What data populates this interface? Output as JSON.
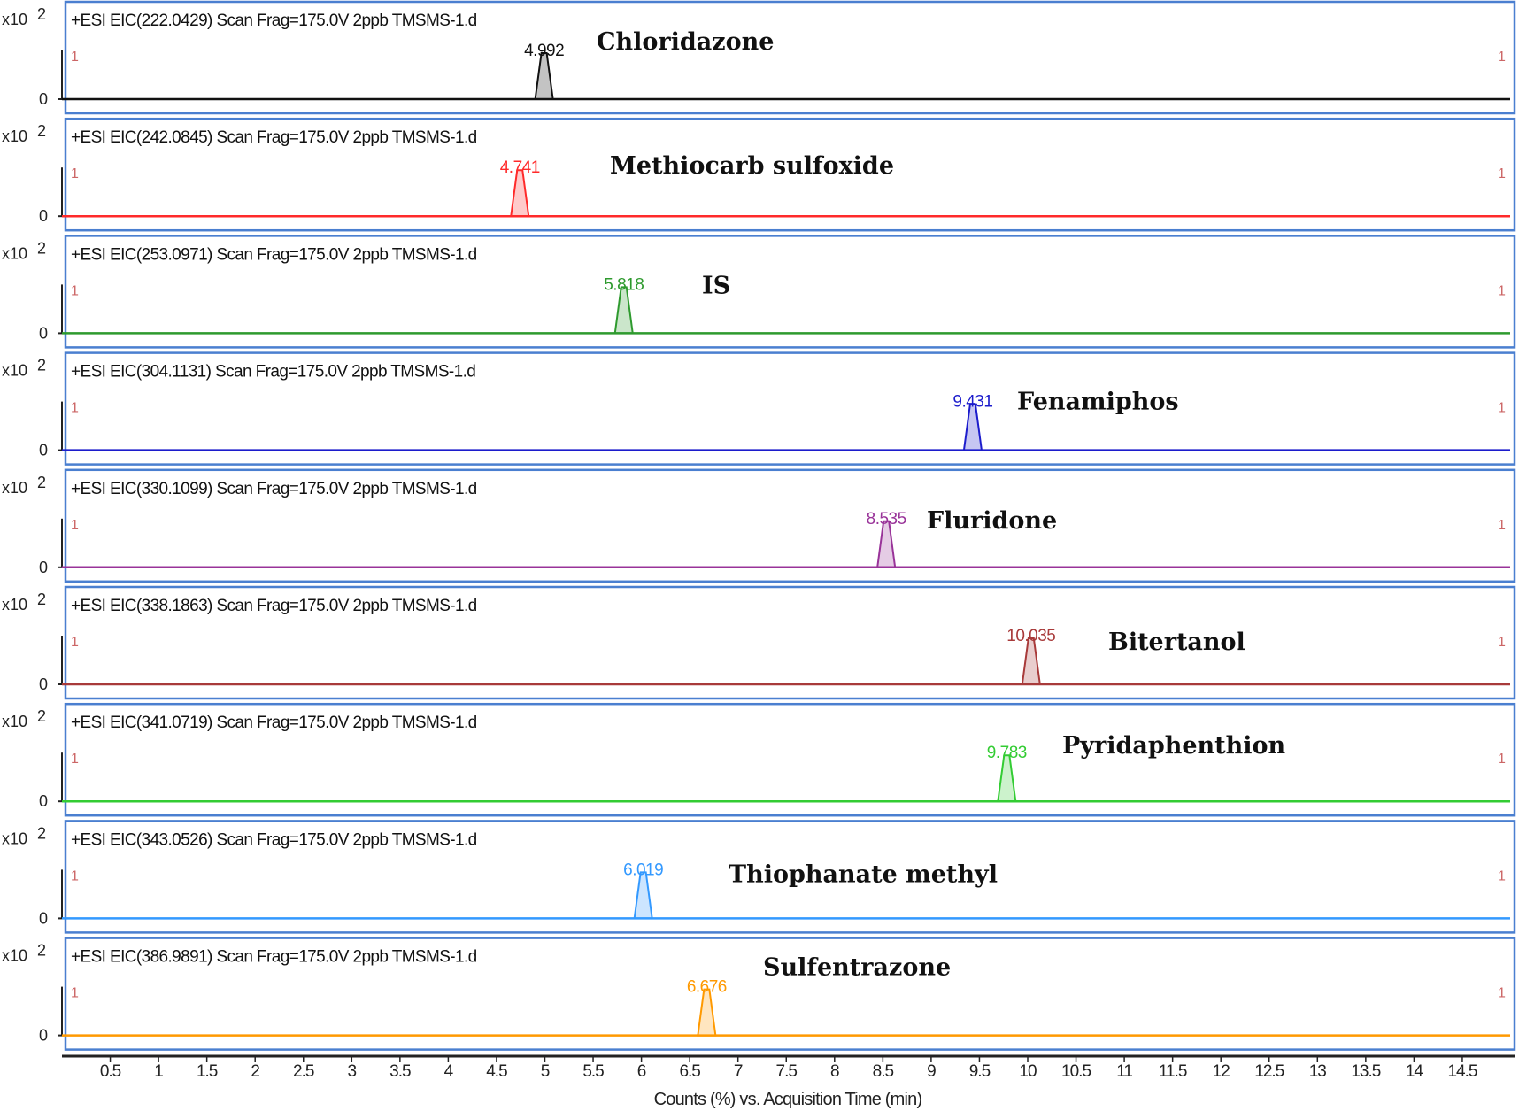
{
  "chart_data": {
    "type": "line",
    "xlabel": "Counts (%) vs. Acquisition Time (min)",
    "xlim": [
      0,
      15
    ],
    "xticks": [
      "0.5",
      "1",
      "1.5",
      "2",
      "2.5",
      "3",
      "3.5",
      "4",
      "4.5",
      "5",
      "5.5",
      "6",
      "6.5",
      "7",
      "7.5",
      "8",
      "8.5",
      "9",
      "9.5",
      "10",
      "10.5",
      "11",
      "11.5",
      "12",
      "12.5",
      "13",
      "13.5",
      "14",
      "14.5"
    ],
    "y_multiplier": "x10",
    "y_exponent": "2",
    "y_tick_zero": "0",
    "y_tick_top": "1",
    "panels": [
      {
        "header": "+ESI EIC(222.0429) Scan Frag=175.0V 2ppb TMSMS-1.d",
        "compound": "Chloridazone",
        "rt": "4.992",
        "rt_value": 4.992,
        "color": "#111111"
      },
      {
        "header": "+ESI EIC(242.0845) Scan Frag=175.0V 2ppb TMSMS-1.d",
        "compound": "Methiocarb sulfoxide",
        "rt": "4.741",
        "rt_value": 4.741,
        "color": "#ff2a2a"
      },
      {
        "header": "+ESI EIC(253.0971) Scan Frag=175.0V 2ppb TMSMS-1.d",
        "compound": "IS",
        "rt": "5.818",
        "rt_value": 5.818,
        "color": "#2e9a2e"
      },
      {
        "header": "+ESI EIC(304.1131) Scan Frag=175.0V 2ppb TMSMS-1.d",
        "compound": "Fenamiphos",
        "rt": "9.431",
        "rt_value": 9.431,
        "color": "#1c1ccc"
      },
      {
        "header": "+ESI EIC(330.1099) Scan Frag=175.0V 2ppb TMSMS-1.d",
        "compound": "Fluridone",
        "rt": "8.535",
        "rt_value": 8.535,
        "color": "#993399"
      },
      {
        "header": "+ESI EIC(338.1863) Scan Frag=175.0V 2ppb TMSMS-1.d",
        "compound": "Bitertanol",
        "rt": "10.035",
        "rt_value": 10.035,
        "color": "#a83a3a"
      },
      {
        "header": "+ESI EIC(341.0719) Scan Frag=175.0V 2ppb TMSMS-1.d",
        "compound": "Pyridaphenthion",
        "rt": "9.783",
        "rt_value": 9.783,
        "color": "#33cc33"
      },
      {
        "header": "+ESI EIC(343.0526) Scan Frag=175.0V 2ppb TMSMS-1.d",
        "compound": "Thiophanate methyl",
        "rt": "6.019",
        "rt_value": 6.019,
        "color": "#3399ff"
      },
      {
        "header": "+ESI EIC(386.9891) Scan Frag=175.0V 2ppb TMSMS-1.d",
        "compound": "Sulfentrazone",
        "rt": "6.676",
        "rt_value": 6.676,
        "color": "#ff9900"
      }
    ],
    "frame_color": "#4a7fd0"
  }
}
